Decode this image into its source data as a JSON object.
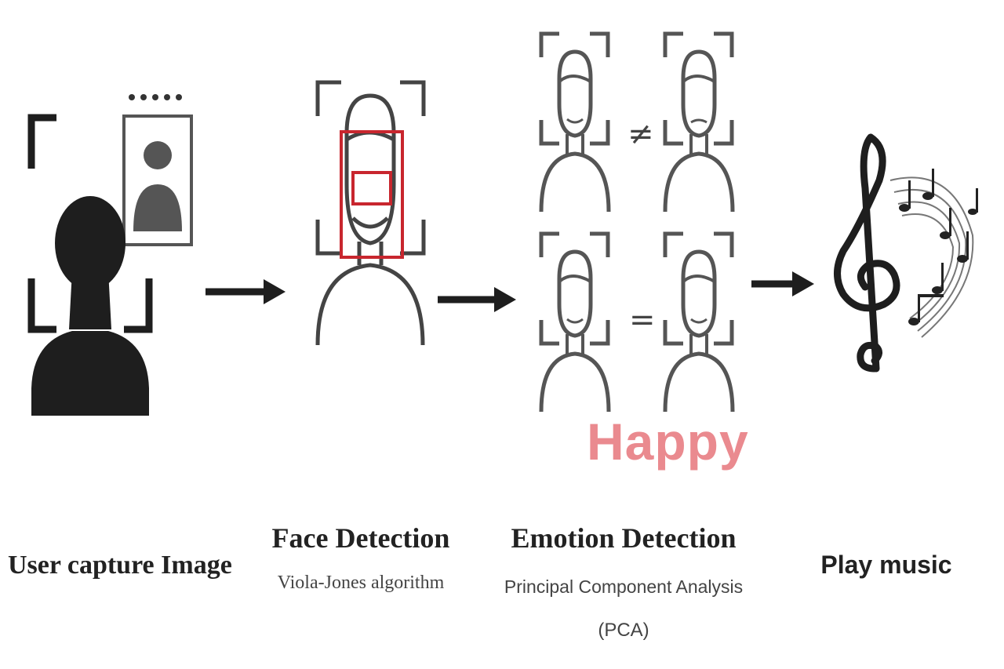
{
  "steps": [
    {
      "title": "User capture Image"
    },
    {
      "title": "Face Detection",
      "subtitle": "Viola-Jones algorithm"
    },
    {
      "title": "Emotion Detection",
      "subtitle": "Principal Component Analysis",
      "subtitle2": "(PCA)"
    },
    {
      "title": "Play music"
    }
  ],
  "comparison": {
    "not_equal": "≠",
    "equal": "="
  },
  "emotion_label": "Happy",
  "icons": [
    "user-capture-icon",
    "face-detection-icon",
    "emotion-compare-icon",
    "music-notes-icon"
  ],
  "colors": {
    "detection_box": "#c8262e",
    "emotion_text": "#ea8a8f",
    "ink": "#1e1e1e",
    "outline": "#555555"
  }
}
